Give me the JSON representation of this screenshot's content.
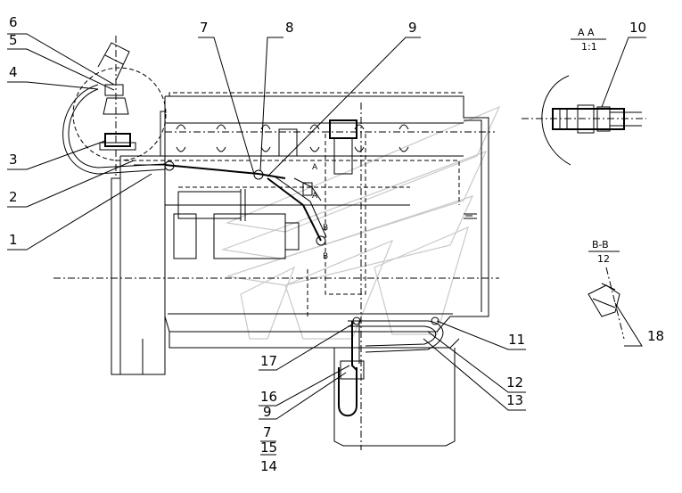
{
  "callouts": [
    "6",
    "5",
    "4",
    "3",
    "2",
    "1",
    "7",
    "8",
    "9",
    "10",
    "11",
    "12",
    "13",
    "18",
    "17",
    "16",
    "9",
    "7",
    "15",
    "14"
  ],
  "sections": [
    {
      "title": "A  A",
      "scale": "1:1"
    },
    {
      "title": "B-B",
      "scale": "12"
    }
  ],
  "markers": [
    "A",
    "A",
    "B",
    "B"
  ]
}
